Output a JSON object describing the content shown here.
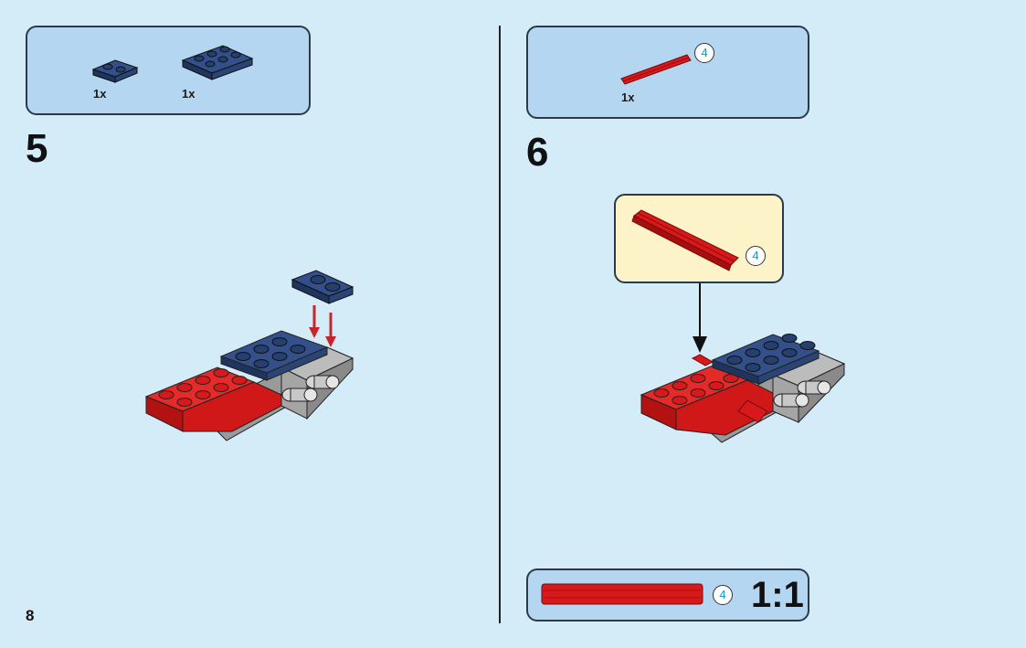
{
  "page": {
    "number": "8"
  },
  "steps": [
    {
      "number": "5",
      "parts": [
        {
          "name": "plate-1x2-dark-blue",
          "qty": "1x"
        },
        {
          "name": "plate-2x3-dark-blue",
          "qty": "1x"
        }
      ]
    },
    {
      "number": "6",
      "parts": [
        {
          "name": "axle-4-red",
          "qty": "1x",
          "length": "4"
        }
      ],
      "callout_length": "4"
    }
  ],
  "scale": {
    "label": "1:1",
    "length": "4"
  },
  "colors": {
    "background": "#d4ebf8",
    "parts_box": "#b4d6f0",
    "callout": "#fdf3c9",
    "dark_blue": "#253f6e",
    "red": "#d8191b",
    "gray": "#8f8f8f",
    "length_number": "#1796c9"
  }
}
